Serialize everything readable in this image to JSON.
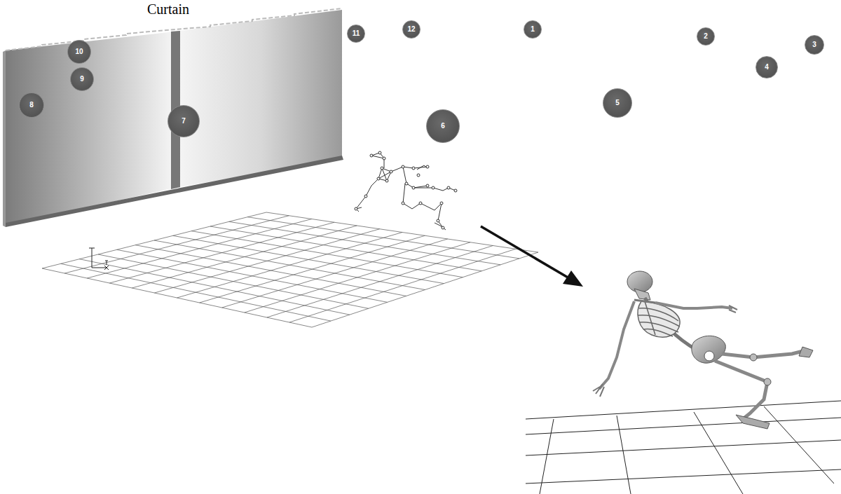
{
  "diagram": {
    "nodes": [
      {
        "text": [
          "1"
        ]
      },
      {
        "text": [
          "2"
        ]
      },
      {
        "text": [
          "3"
        ]
      },
      {
        "text": [
          "4"
        ]
      },
      {
        "text": [
          "5"
        ]
      },
      {
        "text": [
          "6"
        ]
      },
      {
        "text": [
          "7"
        ]
      },
      {
        "text": [
          "8"
        ]
      },
      {
        "text": [
          "9"
        ]
      },
      {
        "text": [
          "10"
        ]
      },
      {
        "text": [
          "11"
        ]
      },
      {
        "text": [
          "12"
        ]
      }
    ],
    "labels": [
      "Curtain"
    ]
  }
}
